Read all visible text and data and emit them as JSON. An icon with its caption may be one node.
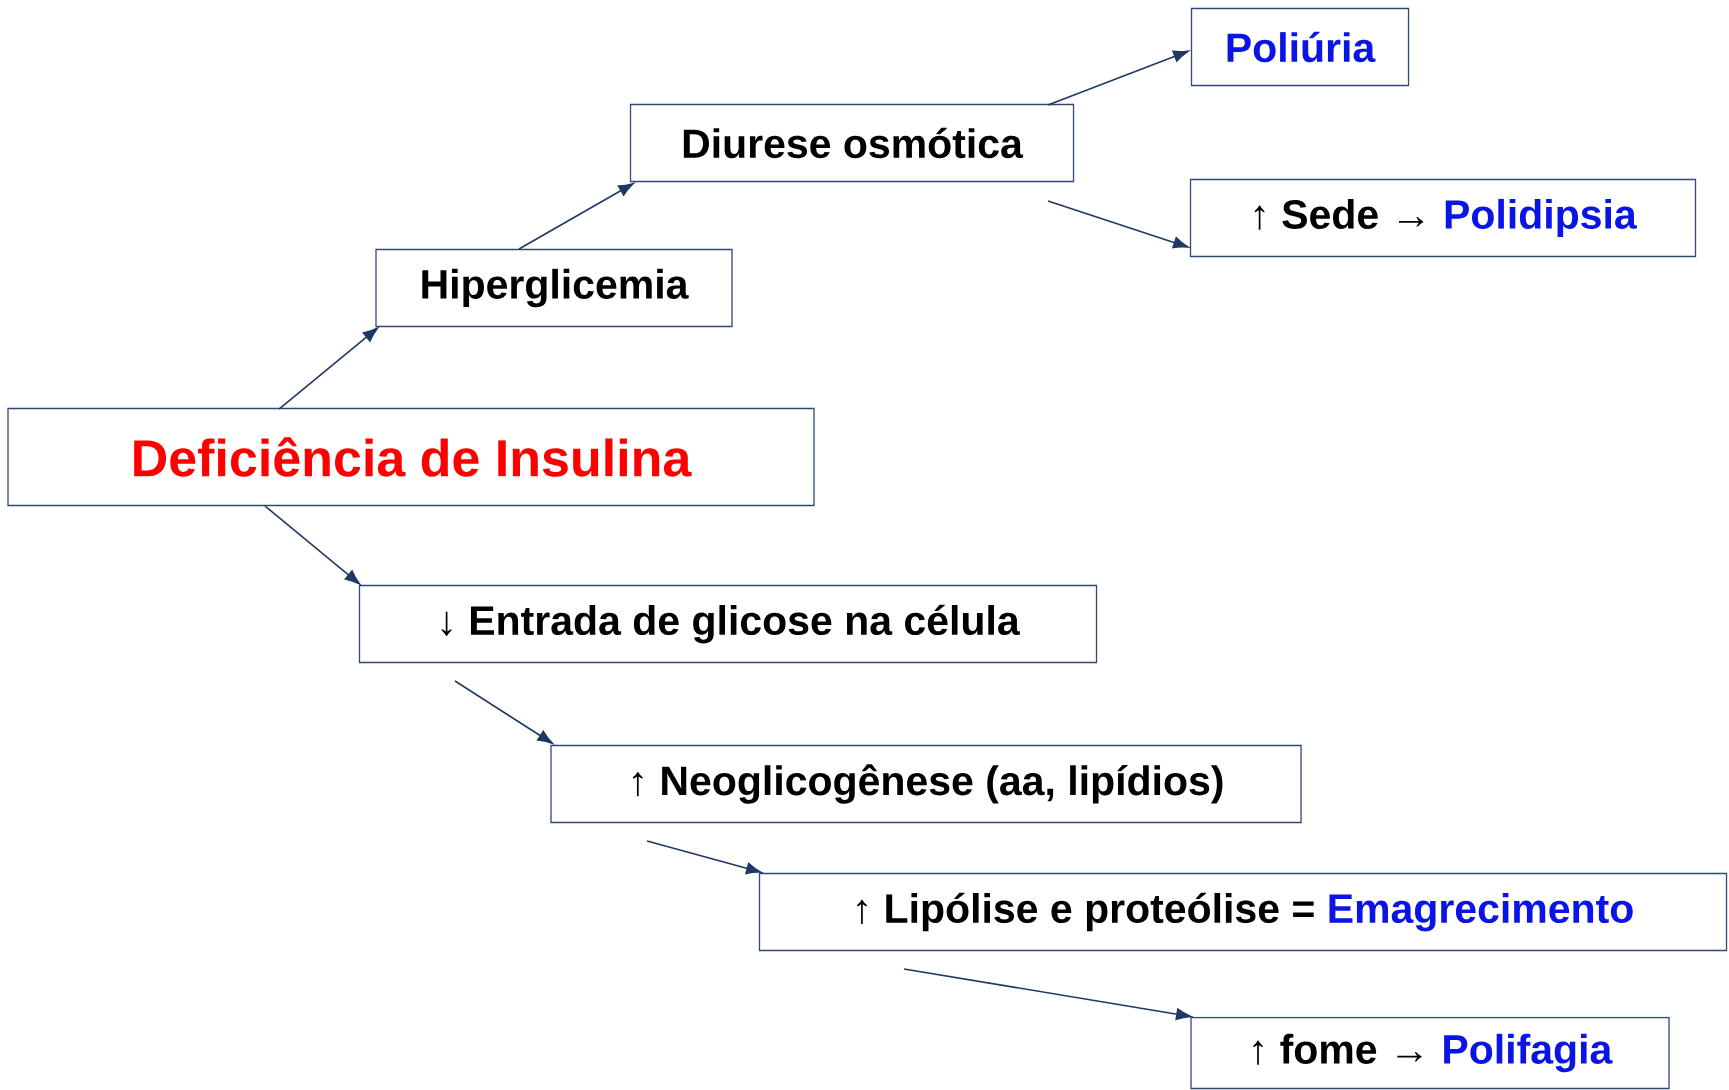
{
  "diagram": {
    "nodes": [
      {
        "text": [
          "Deficiência de Insulina"
        ]
      },
      {
        "text": [
          "Hiperglicemia"
        ]
      },
      {
        "text": [
          "Diurese osmótica"
        ]
      },
      {
        "text": [
          "Poliúria"
        ]
      },
      {
        "text": [
          "↑ Sede →",
          "Polidipsia"
        ]
      },
      {
        "text": [
          "↓ Entrada de glicose na célula"
        ]
      },
      {
        "text": [
          "↑ Neoglicogênese (aa, lipídios)"
        ]
      },
      {
        "text": [
          "↑ Lipólise e proteólise =",
          "Emagrecimento"
        ]
      },
      {
        "text": [
          "↑ fome →",
          "Polifagia"
        ]
      }
    ],
    "edges": [
      {
        "from": 0,
        "to": 1,
        "arrow": "to"
      },
      {
        "from": 1,
        "to": 2,
        "arrow": "to"
      },
      {
        "from": 2,
        "to": 3,
        "arrow": "to"
      },
      {
        "from": 2,
        "to": 4,
        "arrow": "to"
      },
      {
        "from": 0,
        "to": 5,
        "arrow": "to"
      },
      {
        "from": 5,
        "to": 6,
        "arrow": "to"
      },
      {
        "from": 6,
        "to": 7,
        "arrow": "to"
      },
      {
        "from": 7,
        "to": 8,
        "arrow": "to"
      }
    ]
  }
}
